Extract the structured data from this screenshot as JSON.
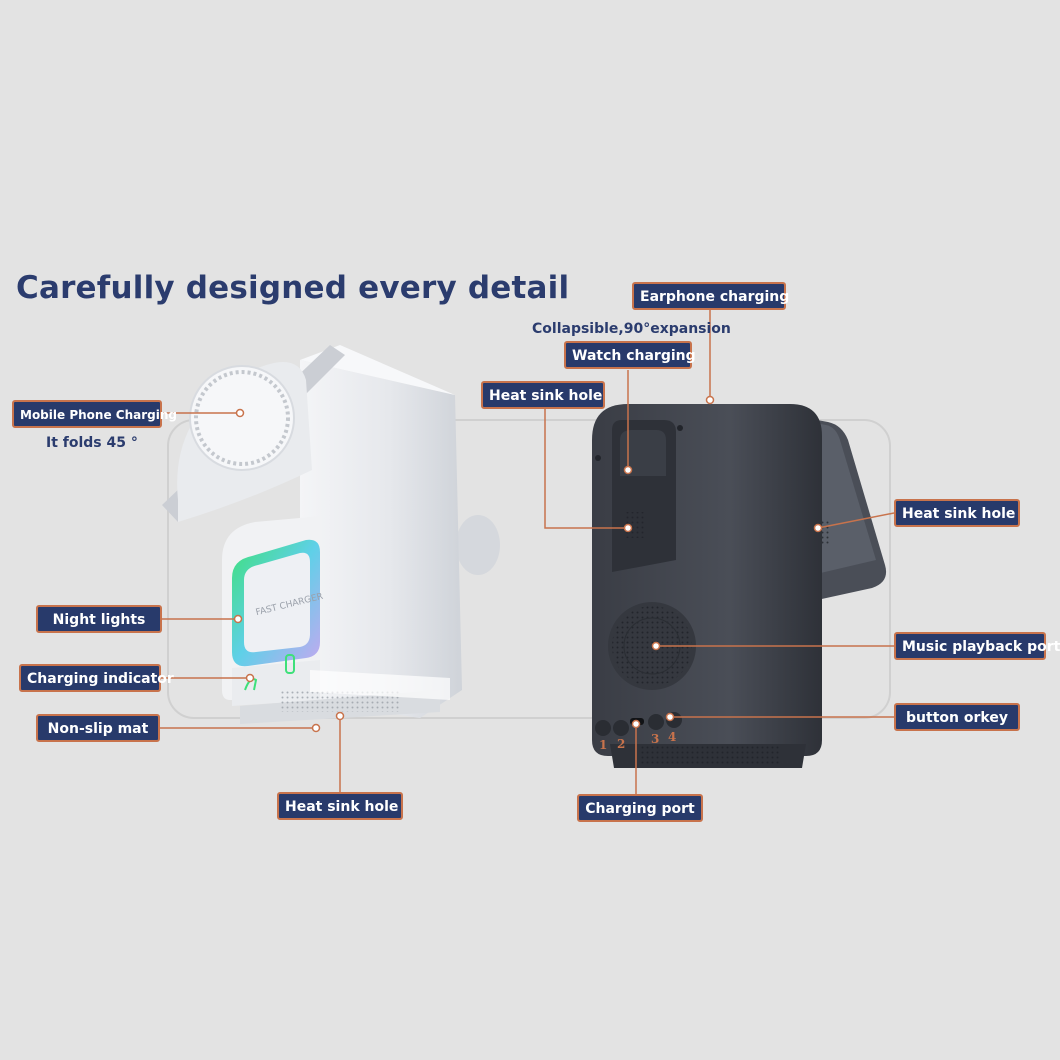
{
  "heading": "Carefully designed every detail",
  "left_device": {
    "printed_label": "FAST CHARGER",
    "callouts": {
      "mobile_phone_charging": "Mobile Phone Charging",
      "folds_note": "It folds 45 °",
      "night_lights": "Night lights",
      "charging_indicator": "Charging indicator",
      "non_slip_mat": "Non-slip mat",
      "heat_sink_hole": "Heat sink hole"
    }
  },
  "right_device": {
    "callouts": {
      "earphone_charging": "Earphone charging",
      "collapsible_note": "Collapsible,90°expansion",
      "watch_charging": "Watch charging",
      "heat_sink_hole_top": "Heat sink hole",
      "heat_sink_hole_side": "Heat sink hole",
      "music_playback_port": "Music playback port",
      "button_orkey": "button orkey",
      "charging_port": "Charging port"
    },
    "button_numbers": [
      "1",
      "2",
      "3",
      "4"
    ]
  },
  "colors": {
    "background": "#e3e3e3",
    "heading": "#2b3c6e",
    "tag_fill": "#283a6b",
    "tag_border": "#c8734c",
    "leader_line": "#c8734c",
    "night_light_glow": "#3ee07a"
  }
}
